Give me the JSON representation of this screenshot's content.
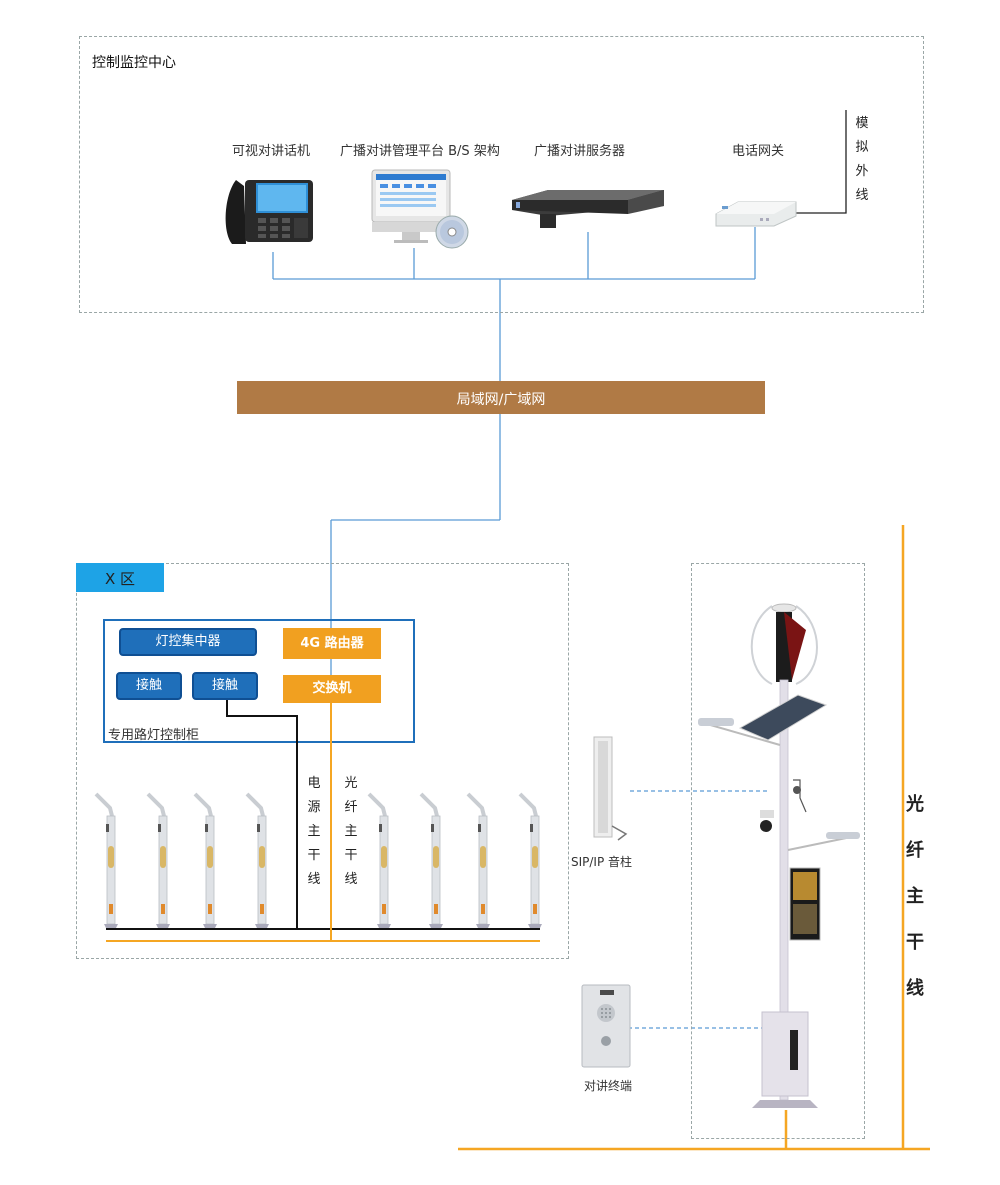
{
  "control_center": {
    "title": "控制监控中心",
    "devices": {
      "video_intercom": "可视对讲话机",
      "platform": "广播对讲管理平台 B/S 架构",
      "server": "广播对讲服务器",
      "gateway": "电话网关"
    },
    "analog_line": "模拟外线"
  },
  "network_bar": {
    "label": "局域网/广域网",
    "color": "#b07a45"
  },
  "zone": {
    "title": "X 区",
    "cabinet_label": "专用路灯控制柜",
    "concentrator": "灯控集中器",
    "contact_1": "接触",
    "contact_2": "接触",
    "router": "4G 路由器",
    "switch": "交换机",
    "power_line": "电源主干线",
    "fiber_line": "光纤主干线"
  },
  "column_speaker": "SIP/IP 音柱",
  "intercom_terminal": "对讲终端",
  "fiber_trunk": "光纤主干线",
  "colors": {
    "orange": "#f5a623",
    "blue": "#1f6fba",
    "link": "#5b9bd5"
  }
}
